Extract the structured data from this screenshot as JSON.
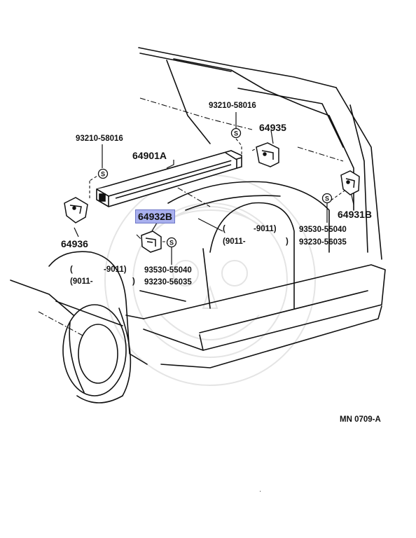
{
  "diagram": {
    "labels": {
      "clip_top": "93210-58016",
      "clip_left": "93210-58016",
      "part_bar": "64901A",
      "part_bracket_top": "64935",
      "part_bracket_right": "64931B",
      "part_bracket_left": "64936",
      "part_highlighted": "64932B",
      "screw_mid_a": "93530-55040",
      "screw_mid_b": "93230-56035",
      "screw_right_a": "93530-55040",
      "screw_right_b": "93230-56035",
      "date_right_open": "(",
      "date_right_to": "-9011)",
      "date_right_from": "(9011-",
      "date_right_close": ")",
      "date_left_open": "(",
      "date_left_to": "-9011)",
      "date_left_from": "(9011-",
      "date_left_close": ")",
      "page_code": "MN  0709-A",
      "stray_mark": "."
    },
    "highlight_color": "#a9b0ee",
    "line_color": "#111111",
    "icons": {
      "fastener_symbol": "S"
    }
  }
}
